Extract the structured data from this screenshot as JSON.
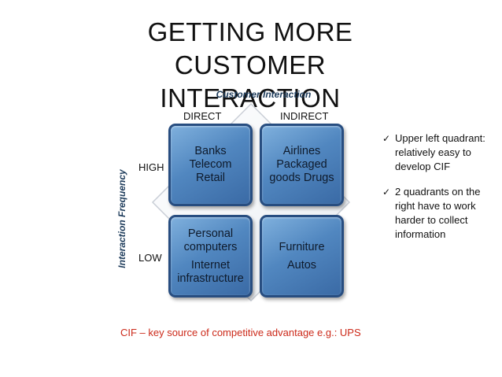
{
  "title": {
    "line1": "GETTING MORE CUSTOMER",
    "line2": "INTERACTION"
  },
  "axes": {
    "top": "Customer Interaction",
    "side": "Interaction  Frequency"
  },
  "columns": [
    "DIRECT",
    "INDIRECT"
  ],
  "rows": [
    "HIGH",
    "LOW"
  ],
  "quadrants": {
    "top_left": [
      "Banks",
      "Telecom",
      "Retail"
    ],
    "top_right": [
      "Airlines",
      "Packaged",
      "goods Drugs"
    ],
    "bottom_left": [
      "Personal",
      "computers",
      "Internet",
      "infrastructure"
    ],
    "bottom_right": [
      "Furniture",
      "Autos"
    ]
  },
  "bullets": [
    "Upper left quadrant: relatively easy to develop CIF",
    "2 quadrants on the right have to work harder to collect information"
  ],
  "footer": "CIF – key source of competitive advantage e.g.: UPS",
  "colors": {
    "quadrant_fill": "#5187c0",
    "quadrant_border": "#274d80",
    "footer_text": "#cc2a1a",
    "axis_text": "#1f3d5c"
  },
  "icons": {
    "bullet": "check-mark-icon"
  }
}
